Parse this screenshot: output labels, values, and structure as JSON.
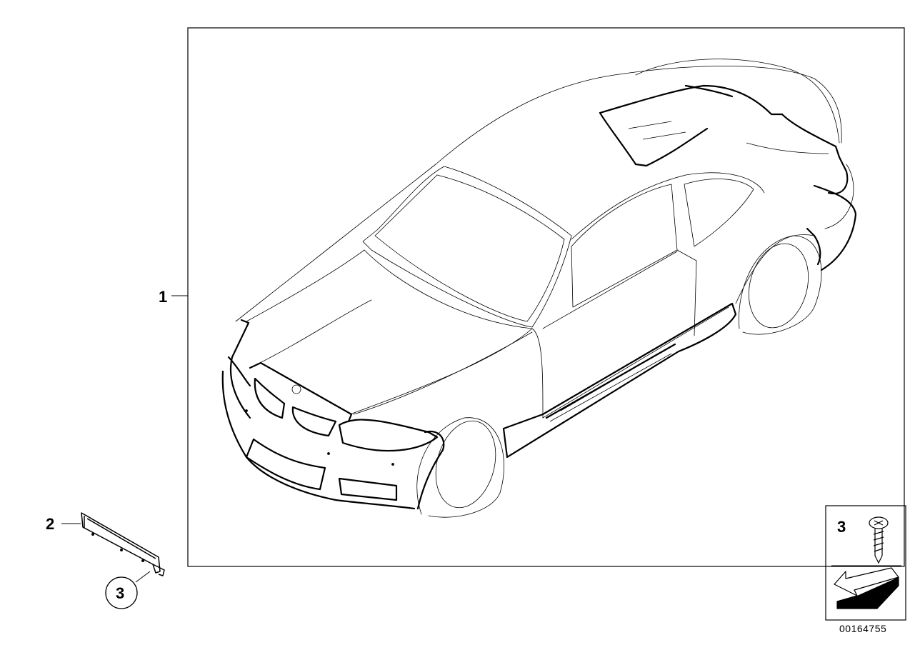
{
  "callouts": {
    "main_assembly": "1",
    "bracket": "2",
    "screw_circle": "3",
    "screw_box": "3"
  },
  "reference_number": "00164755",
  "colors": {
    "line": "#000000",
    "background": "#ffffff"
  }
}
